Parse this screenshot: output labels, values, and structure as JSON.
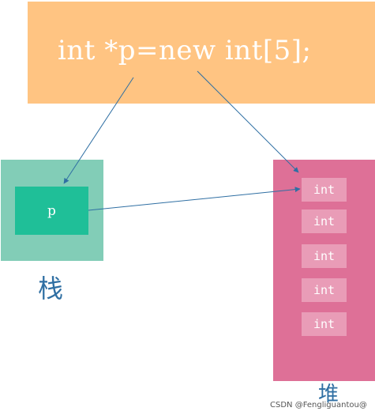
{
  "code": {
    "text": "int *p=new int[5];"
  },
  "stack": {
    "pointer_label": "p",
    "region_label": "栈"
  },
  "heap": {
    "region_label": "堆",
    "cells": [
      "int",
      "int",
      "int",
      "int",
      "int"
    ]
  },
  "watermark": "CSDN @Fengliguantou@",
  "colors": {
    "code_bg": "#ffc482",
    "stack_bg": "#82cdb7",
    "pointer_bg": "#1fbf98",
    "heap_bg": "#de7097",
    "cell_bg": "#e99cb7",
    "arrow": "#2f6fa3",
    "label": "#2f6fa3"
  }
}
